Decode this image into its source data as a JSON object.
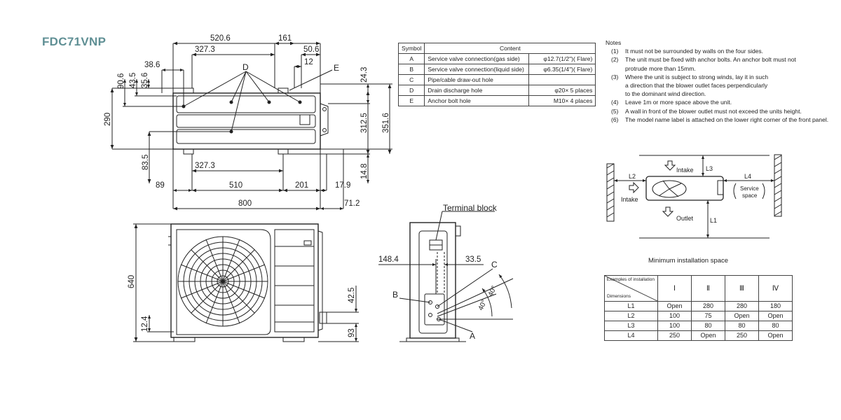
{
  "model": "FDC71VNP",
  "top_view": {
    "dims": {
      "w520": "520.6",
      "w161": "161",
      "w327a": "327.3",
      "w50": "50.6",
      "w12": "12",
      "w38": "38.6",
      "v90": "90.6",
      "v43": "43.5",
      "v35": "35.6",
      "v24": "24.3",
      "v290": "290",
      "v312": "312.5",
      "v351": "351.6",
      "v83": "83.5",
      "w327b": "327.3",
      "v14": "14.8",
      "w89": "89",
      "w510": "510",
      "w201": "201",
      "w17": "17.9",
      "w800": "800",
      "w71": "71.2"
    },
    "label_d": "D",
    "label_e": "E"
  },
  "front_view": {
    "dims": {
      "v640": "640",
      "v12": "12.4",
      "v42": "42.5",
      "v93": "93"
    }
  },
  "side_view": {
    "terminal": "Terminal block",
    "dims": {
      "d148": "148.4",
      "d33": "33.5",
      "a40a": "40°",
      "a40b": "40°"
    },
    "label_a": "A",
    "label_b": "B",
    "label_c": "C"
  },
  "symbol_table": {
    "headers": [
      "Symbol",
      "Content"
    ],
    "rows": [
      {
        "symbol": "A",
        "content": "Service valve connection(gas side)",
        "spec": "φ12.7(1/2\")( Flare)"
      },
      {
        "symbol": "B",
        "content": "Service valve connection(liquid side)",
        "spec": "φ6.35(1/4\")( Flare)"
      },
      {
        "symbol": "C",
        "content": "Pipe/cable draw-out hole",
        "spec": ""
      },
      {
        "symbol": "D",
        "content": "Drain discharge hole",
        "spec": "φ20× 5 places"
      },
      {
        "symbol": "E",
        "content": "Anchor bolt hole",
        "spec": "M10× 4 places"
      }
    ]
  },
  "notes": {
    "title": "Notes",
    "items": [
      {
        "num": "(1)",
        "text": "It must not be surrounded by walls on the four sides."
      },
      {
        "num": "(2)",
        "text": "The unit must be fixed with anchor bolts. An anchor bolt must not"
      },
      {
        "num": "",
        "text": "protrude more than 15mm."
      },
      {
        "num": "(3)",
        "text": "Where the unit is subject to strong winds, lay it in such"
      },
      {
        "num": "",
        "text": "a direction that the blower outlet faces perpendicularly"
      },
      {
        "num": "",
        "text": "to the dominant wind direction."
      },
      {
        "num": "(4)",
        "text": "Leave 1m or more space above the unit."
      },
      {
        "num": "(5)",
        "text": "A wall in front of the blower outlet must not exceed the units height."
      },
      {
        "num": "(6)",
        "text": "The model name label is attached on the lower right corner of the front panel."
      }
    ]
  },
  "install_diagram": {
    "intake_top": "Intake",
    "intake_left": "Intake",
    "outlet": "Outlet",
    "l1": "L1",
    "l2": "L2",
    "l3": "L3",
    "l4": "L4",
    "service": "Service",
    "space": "space"
  },
  "min_caption": "Minimum installation space",
  "examples_table": {
    "corner_top": "Examples of installation",
    "corner_bottom": "Dimensions",
    "columns": [
      "Ⅰ",
      "Ⅱ",
      "Ⅲ",
      "Ⅳ"
    ],
    "rows": [
      {
        "label": "L1",
        "values": [
          "Open",
          "280",
          "280",
          "180"
        ]
      },
      {
        "label": "L2",
        "values": [
          "100",
          "75",
          "Open",
          "Open"
        ]
      },
      {
        "label": "L3",
        "values": [
          "100",
          "80",
          "80",
          "80"
        ]
      },
      {
        "label": "L4",
        "values": [
          "250",
          "Open",
          "250",
          "Open"
        ]
      }
    ]
  }
}
